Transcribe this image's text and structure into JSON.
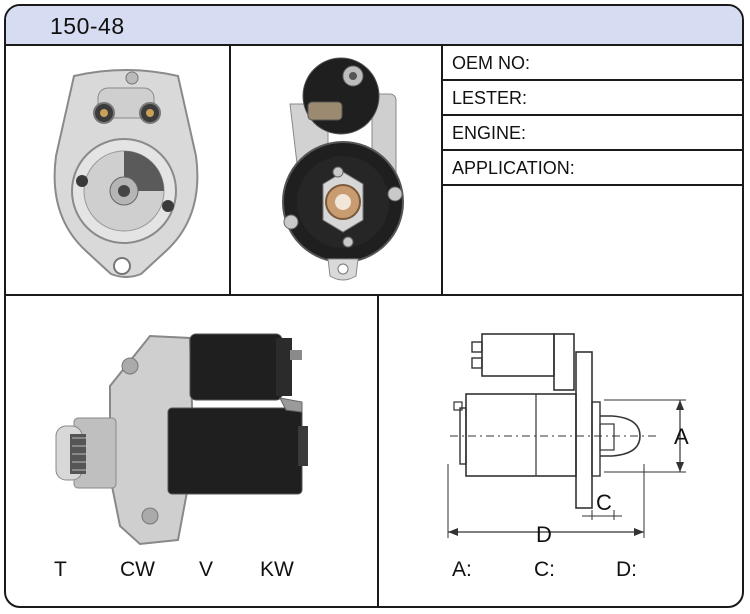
{
  "header": {
    "model": "150-48"
  },
  "fields": [
    {
      "label": "OEM NO:"
    },
    {
      "label": "LESTER:"
    },
    {
      "label": "ENGINE:"
    },
    {
      "label": "APPLICATION:"
    }
  ],
  "dimension_diagram": {
    "label_a": "A",
    "label_c": "C",
    "label_d": "D"
  },
  "specs_left": {
    "t": "T",
    "cw": "CW",
    "v": "V",
    "kw": "KW"
  },
  "specs_right": {
    "a": "A:",
    "c": "C:",
    "d": "D:"
  },
  "colors": {
    "header_bg": "#d6dcf2",
    "border": "#1a1a1a",
    "motor_black": "#1f1f1f",
    "housing_silver": "#c9c9c9"
  }
}
